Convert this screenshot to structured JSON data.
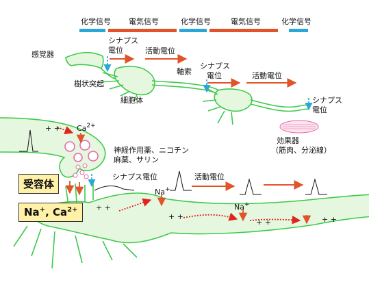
{
  "signal_bar": {
    "segments": [
      {
        "label": "化学信号",
        "color": "#2aa7d8"
      },
      {
        "label": "電気信号",
        "color": "#e0542a"
      },
      {
        "label": "化学信号",
        "color": "#2aa7d8"
      },
      {
        "label": "電気信号",
        "color": "#e0542a"
      },
      {
        "label": "化学信号",
        "color": "#2aa7d8"
      }
    ]
  },
  "labels": {
    "sensor": "感覚器",
    "synaptic_potential": "シナプス電位",
    "action_potential": "活動電位",
    "dendrite": "樹状突起",
    "axon": "軸索",
    "cell_body": "細胞体",
    "effector": "効果器",
    "effector_sub": "（筋肉、分泌線）",
    "drugs": "神経作用薬、ニコチン",
    "drugs2": "麻薬、サリン",
    "ca": "Ca",
    "ca_sup": "2+",
    "na": "Na",
    "na_sup": "+",
    "plus_plus": "+ +"
  },
  "boxes": {
    "receptor": "受容体",
    "ions_na": "Na",
    "ions_na_sup": "+",
    "ions_sep": ", Ca",
    "ions_ca_sup": "2+"
  },
  "colors": {
    "neuron_green": "#3ec94a",
    "neuron_fill": "#e6f7e0",
    "arrow_red": "#e0542a",
    "arrow_blue": "#2aa7d8",
    "dotted_red": "#e0231b",
    "effector_pink": "#e86aa8",
    "box_yellow": "#fff2a8"
  }
}
